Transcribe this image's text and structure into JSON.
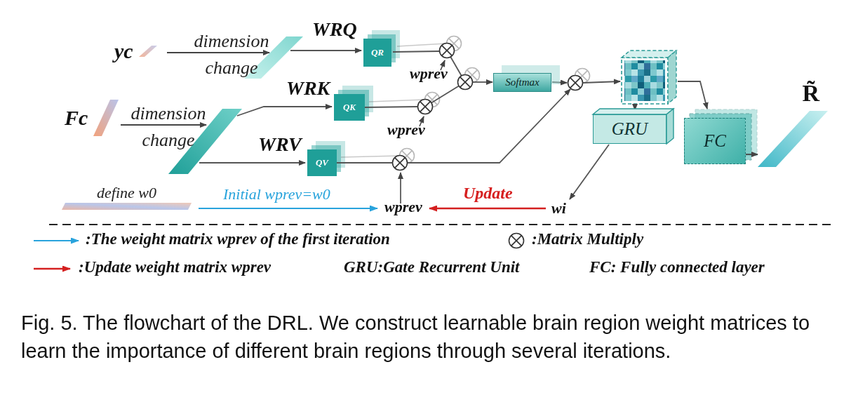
{
  "diagram": {
    "caption": "Fig. 5. The flowchart of the DRL. We construct learnable brain region weight matrices to learn the importance of different brain regions through several iterations.",
    "nodes": [
      {
        "text": [
          "yc"
        ]
      },
      {
        "text": [
          "Fc"
        ]
      },
      {
        "text": [
          "QR"
        ]
      },
      {
        "text": [
          "QK"
        ]
      },
      {
        "text": [
          "QV"
        ]
      },
      {
        "text": [
          "Softmax"
        ]
      },
      {
        "text": [
          "GRU"
        ]
      },
      {
        "text": [
          "FC"
        ]
      },
      {
        "text": [
          "R̃"
        ]
      },
      {
        "text": [
          "define w0"
        ]
      }
    ],
    "edges": [
      {
        "from": 7,
        "to": 8,
        "arrow": "to"
      }
    ],
    "labels": [
      "dimension change",
      "dimension change",
      "WRQ",
      "WRK",
      "WRV",
      "wprev",
      "wprev",
      "wprev",
      "Initial wprev=w0",
      "Update",
      "wi"
    ],
    "legend": [
      {
        "text": ":The weight matrix wprev of the first iteration"
      },
      {
        "text": ":Matrix Multiply"
      },
      {
        "text": ":Update weight matrix wprev"
      },
      {
        "text": "GRU:Gate Recurrent Unit"
      },
      {
        "text": "FC: Fully connected layer"
      }
    ]
  }
}
